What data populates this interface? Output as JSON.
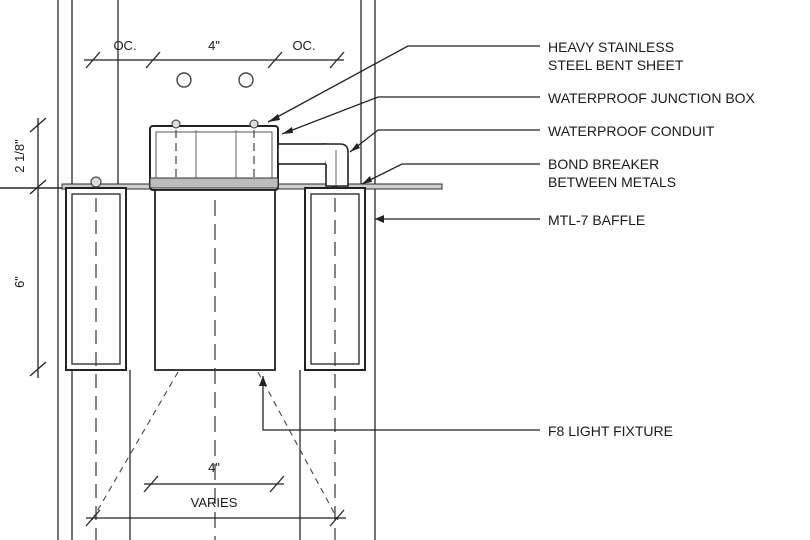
{
  "dimensions": {
    "top_left": "OC.",
    "top_center": "4\"",
    "top_right": "OC.",
    "side_top": "2 1/8\"",
    "side_main": "6\"",
    "bottom_inner": "4\"",
    "bottom_outer": "VARIES"
  },
  "callouts": {
    "heavy_stainless": [
      "HEAVY STAINLESS",
      "STEEL BENT SHEET"
    ],
    "junction_box": "WATERPROOF JUNCTION BOX",
    "conduit": "WATERPROOF CONDUIT",
    "bond_breaker": [
      "BOND BREAKER",
      "BETWEEN METALS"
    ],
    "baffle": "MTL-7 BAFFLE",
    "light_fixture": "F8 LIGHT FIXTURE"
  }
}
